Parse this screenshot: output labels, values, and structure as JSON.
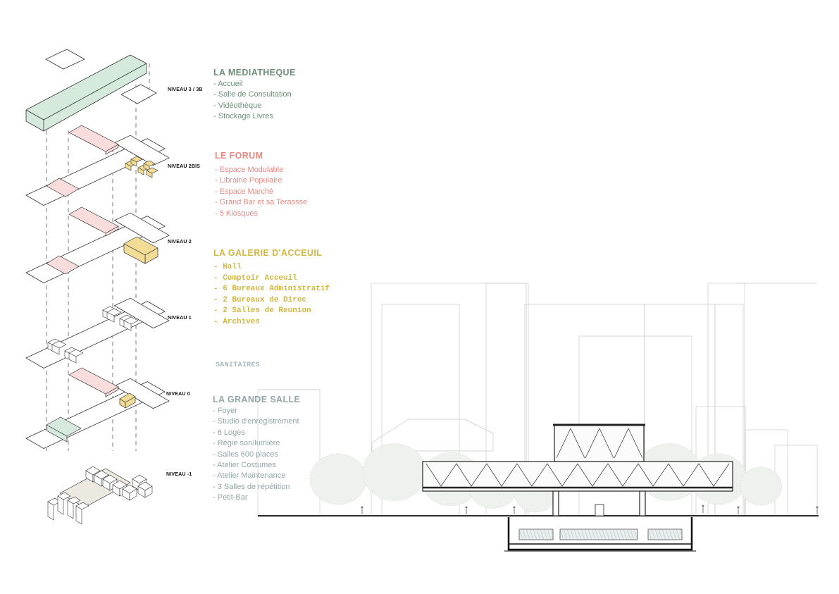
{
  "levels": [
    "NIVEAU 3 / 3B",
    "NIVEAU 2BIS",
    "NIVEAU 2",
    "NIVEAU 1",
    "NIVEAU 0",
    "NIVEAU -1"
  ],
  "programs": [
    {
      "title": "LA MEDIATHEQUE",
      "color": "#6f8f7c",
      "items": [
        "Accueil",
        "Salle de Consultation",
        "Vidéothèque",
        "Stockage Livres"
      ]
    },
    {
      "title": "LE FORUM",
      "color": "#e88880",
      "items": [
        "Espace Modulable",
        "Librairie Populaire",
        "Espace Marché",
        "Grand Bar et sa Terassse",
        "5 Kiosques"
      ]
    },
    {
      "title": "LA GALERIE D'ACCEUIL",
      "color": "#d1b741",
      "items": [
        "Hall",
        "Comptoir Acceuil",
        "6 Bureaux Administratif",
        "2 Bureaux de Direc",
        "2 Salles de Reunion",
        "Archives"
      ]
    },
    {
      "title": "LA GRANDE SALLE",
      "color": "#94a6a4",
      "items": [
        "Foyer",
        "Studio d'enregistrement",
        "6 Loges",
        "Régie son/lumière",
        "Salles 600 places",
        "Atelier Costumes",
        "Atelier Maintenance",
        "3 Salles de répétition",
        "Petit-Bar"
      ]
    }
  ],
  "sanitaires": "SANITAIRES",
  "colors": {
    "green": "#d5eadd",
    "pink": "#f9dcdc",
    "yellow": "#f2dc96",
    "line": "#333333"
  }
}
